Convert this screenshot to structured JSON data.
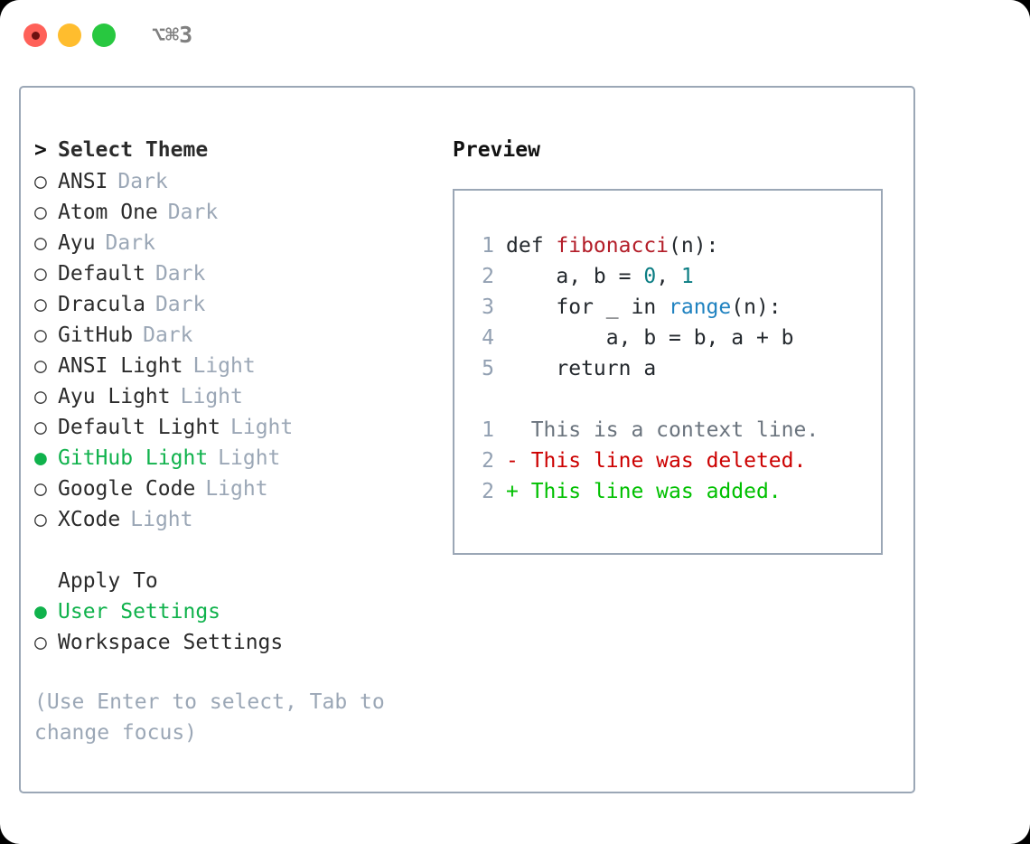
{
  "titlebar": {
    "shortcut": "⌥⌘3",
    "buttons": [
      {
        "name": "close",
        "color": "#FF6159"
      },
      {
        "name": "minimize",
        "color": "#FFBD2E"
      },
      {
        "name": "zoom",
        "color": "#28C840"
      }
    ]
  },
  "theme_list": {
    "header_marker": ">",
    "header": "Select Theme",
    "unselected_marker": "○",
    "selected_marker": "●",
    "items": [
      {
        "marker": "○",
        "label": "ANSI",
        "kind": "Dark",
        "selected": false
      },
      {
        "marker": "○",
        "label": "Atom One",
        "kind": "Dark",
        "selected": false
      },
      {
        "marker": "○",
        "label": "Ayu",
        "kind": "Dark",
        "selected": false
      },
      {
        "marker": "○",
        "label": "Default",
        "kind": "Dark",
        "selected": false
      },
      {
        "marker": "○",
        "label": "Dracula",
        "kind": "Dark",
        "selected": false
      },
      {
        "marker": "○",
        "label": "GitHub",
        "kind": "Dark",
        "selected": false
      },
      {
        "marker": "○",
        "label": "ANSI Light",
        "kind": "Light",
        "selected": false
      },
      {
        "marker": "○",
        "label": "Ayu Light",
        "kind": "Light",
        "selected": false
      },
      {
        "marker": "○",
        "label": "Default Light",
        "kind": "Light",
        "selected": false
      },
      {
        "marker": "●",
        "label": "GitHub Light",
        "kind": "Light",
        "selected": true
      },
      {
        "marker": "○",
        "label": "Google Code",
        "kind": "Light",
        "selected": false
      },
      {
        "marker": "○",
        "label": "XCode",
        "kind": "Light",
        "selected": false
      }
    ]
  },
  "apply_to": {
    "header": "Apply To",
    "items": [
      {
        "marker": "●",
        "label": "User Settings",
        "selected": true
      },
      {
        "marker": "○",
        "label": "Workspace Settings",
        "selected": false
      }
    ]
  },
  "hint": "(Use Enter to select, Tab to change focus)",
  "preview": {
    "title": "Preview",
    "code": [
      {
        "no": "1",
        "indent": "",
        "parts": [
          {
            "t": "def ",
            "c": "plain"
          },
          {
            "t": "fibonacci",
            "c": "fn"
          },
          {
            "t": "(n):",
            "c": "plain"
          }
        ]
      },
      {
        "no": "2",
        "indent": "    ",
        "parts": [
          {
            "t": "a, b = ",
            "c": "plain"
          },
          {
            "t": "0",
            "c": "num"
          },
          {
            "t": ", ",
            "c": "plain"
          },
          {
            "t": "1",
            "c": "num"
          }
        ]
      },
      {
        "no": "3",
        "indent": "    ",
        "parts": [
          {
            "t": "for _ in ",
            "c": "plain"
          },
          {
            "t": "range",
            "c": "call"
          },
          {
            "t": "(n):",
            "c": "plain"
          }
        ]
      },
      {
        "no": "4",
        "indent": "        ",
        "parts": [
          {
            "t": "a, b = b, a + b",
            "c": "plain"
          }
        ]
      },
      {
        "no": "5",
        "indent": "    ",
        "parts": [
          {
            "t": "return a",
            "c": "plain"
          }
        ]
      }
    ],
    "diff": [
      {
        "no": "1",
        "sign": "  ",
        "text": "This is a context line.",
        "kind": "ctx"
      },
      {
        "no": "2",
        "sign": "- ",
        "text": "This line was deleted.",
        "kind": "del"
      },
      {
        "no": "2",
        "sign": "+ ",
        "text": "This line was added.",
        "kind": "add"
      }
    ]
  },
  "colors": {
    "accent_green": "#10B24C",
    "muted": "#9BA7B6",
    "border": "#9BA7B6",
    "code_fn": "#B31D28",
    "code_num": "#0B7D83",
    "code_call": "#1F82C0",
    "diff_add": "#00C000",
    "diff_del": "#CC0000",
    "diff_ctx": "#6A737D"
  }
}
